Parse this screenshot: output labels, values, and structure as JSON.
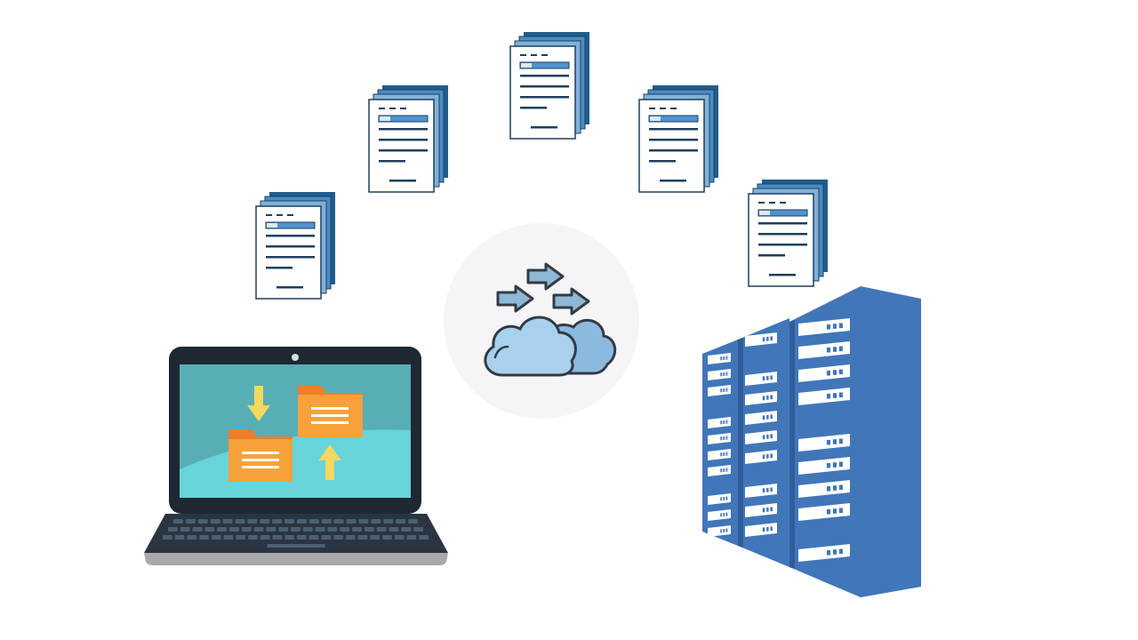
{
  "illustration": {
    "documents": [
      {
        "icon": "document-stack-icon"
      },
      {
        "icon": "document-stack-icon"
      },
      {
        "icon": "document-stack-icon"
      },
      {
        "icon": "document-stack-icon"
      },
      {
        "icon": "document-stack-icon"
      }
    ],
    "cloud": {
      "icon": "cloud-transfer-icon"
    },
    "laptop": {
      "icon": "laptop-icon",
      "folders": 2,
      "arrows": [
        "download",
        "upload"
      ]
    },
    "server": {
      "icon": "server-rack-icon"
    }
  },
  "colors": {
    "doc_back_dark": "#1f5d8c",
    "doc_back_mid": "#4a8cc4",
    "doc_back_light": "#7fb2d9",
    "doc_line": "#1f3e5e",
    "doc_highlight": "#4f93cf",
    "cloud_circle": "#f5f4f7",
    "cloud_front": "#a9d1ee",
    "cloud_back": "#8cbadf",
    "arrow_fill": "#8fb8d6",
    "outline": "#333b45",
    "laptop_frame": "#1e2832",
    "laptop_screen": "#58aeb5",
    "laptop_screen_wave": "#67d4d9",
    "laptop_keyboard": "#2b3542",
    "laptop_key": "#4a6070",
    "laptop_base": "#a9a9ab",
    "folder_orange": "#f7a13a",
    "folder_tab": "#ef7f28",
    "yellow_arrow": "#f5d85e",
    "server_front": "#4176b9",
    "server_side": "#2f5d99",
    "server_slot": "#ffffff"
  }
}
